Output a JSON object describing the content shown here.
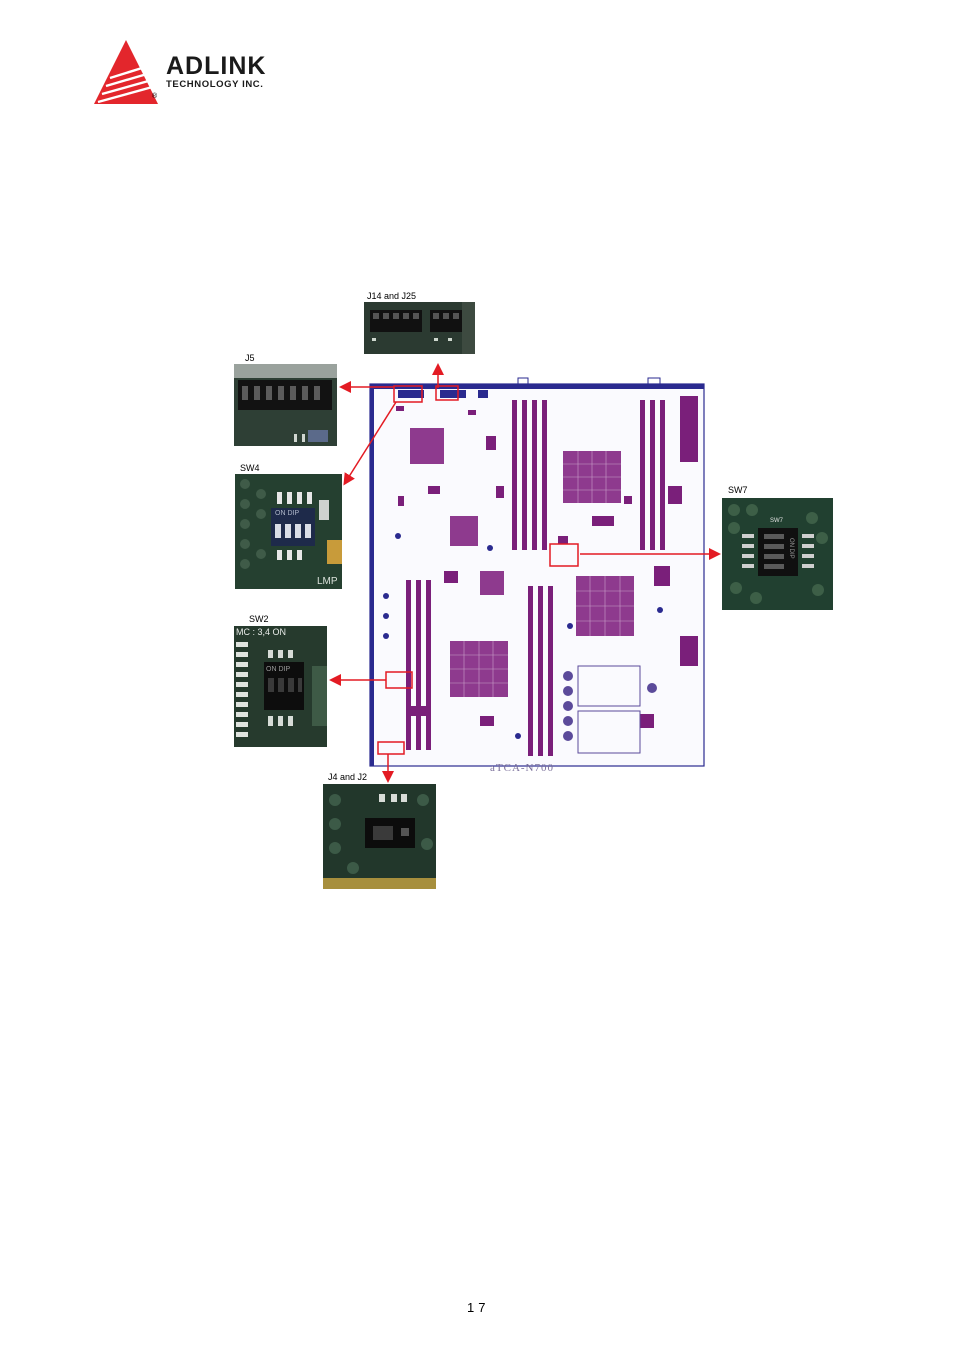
{
  "header": {
    "brand_name": "ADLINK",
    "brand_sub": "TECHNOLOGY INC.",
    "registered_mark": "®",
    "logo_color": "#e3262c"
  },
  "figure": {
    "board_caption": "aTCA-N700",
    "labels": {
      "j14_j25": "J14 and J25",
      "j5": "J5",
      "sw4": "SW4",
      "sw2": "SW2",
      "sw7": "SW7",
      "j4_j2": "J4 and J2"
    },
    "photo_text": {
      "sw4_dip": "ON DIP",
      "sw4_side": "LMP",
      "sw2_top": "MC : 3,4 ON",
      "sw2_dip": "ON DIP",
      "sw7_dip": "ON DIP",
      "sw7_name": "SW7"
    },
    "colors": {
      "pcb_purple": "#7a1f7a",
      "pcb_blue": "#2a2a8f",
      "callout_red": "#e31b23",
      "photo_green": "#1f3a2a"
    }
  },
  "footer": {
    "page_number": "17"
  }
}
